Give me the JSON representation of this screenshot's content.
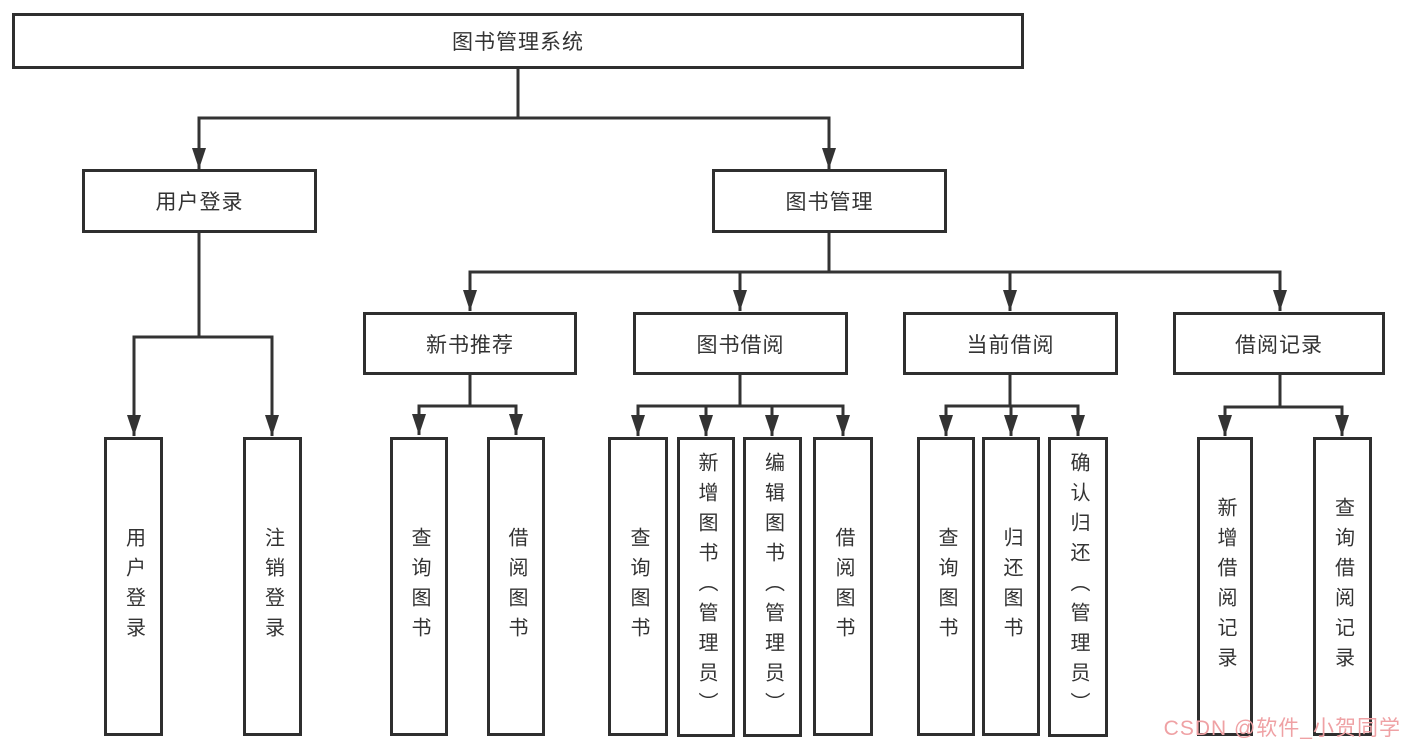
{
  "colors": {
    "background": "#ffffff",
    "line": "#333333",
    "box_border": "#2f2f2f",
    "text": "#333333",
    "watermark": "#efa1a4"
  },
  "watermark": "CSDN @软件_小贺同学",
  "tree": {
    "label": "图书管理系统",
    "children": [
      {
        "label": "用户登录",
        "children": [
          {
            "label": "用户登录"
          },
          {
            "label": "注销登录"
          }
        ]
      },
      {
        "label": "图书管理",
        "children": [
          {
            "label": "新书推荐",
            "children": [
              {
                "label": "查询图书"
              },
              {
                "label": "借阅图书"
              }
            ]
          },
          {
            "label": "图书借阅",
            "children": [
              {
                "label": "查询图书"
              },
              {
                "label": "新增图书（管理员）"
              },
              {
                "label": "编辑图书（管理员）"
              },
              {
                "label": "借阅图书"
              }
            ]
          },
          {
            "label": "当前借阅",
            "children": [
              {
                "label": "查询图书"
              },
              {
                "label": "归还图书"
              },
              {
                "label": "确认归还（管理员）"
              }
            ]
          },
          {
            "label": "借阅记录",
            "children": [
              {
                "label": "新增借阅记录"
              },
              {
                "label": "查询借阅记录"
              }
            ]
          }
        ]
      }
    ]
  }
}
